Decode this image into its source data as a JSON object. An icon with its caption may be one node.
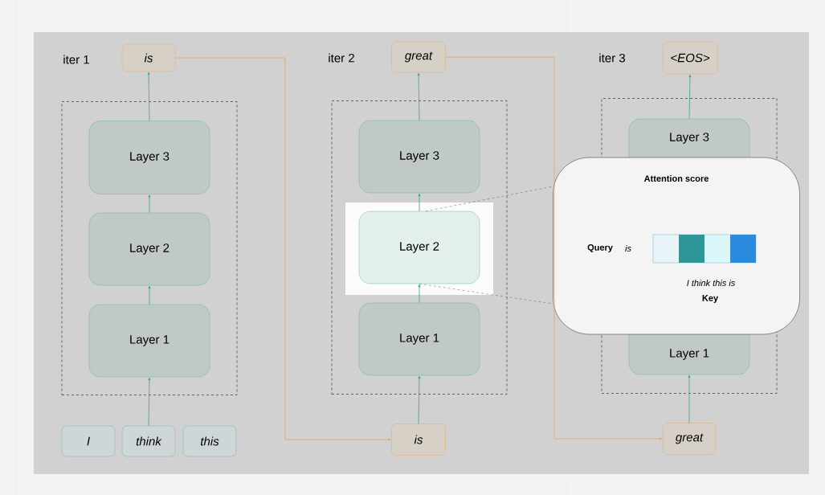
{
  "diagram": {
    "nodes": [
      {
        "text": [
          "is"
        ]
      },
      {
        "text": [],
        "shape": "box"
      },
      {
        "text": [
          "Layer 3"
        ],
        "in": 1
      },
      {
        "text": [
          "Layer 2"
        ],
        "in": 1
      },
      {
        "text": [
          "Layer 1"
        ],
        "in": 1
      },
      {
        "text": [
          "I"
        ]
      },
      {
        "text": [
          "think"
        ]
      },
      {
        "text": [
          "this"
        ]
      },
      {
        "text": [
          "great"
        ]
      },
      {
        "text": [],
        "shape": "box"
      },
      {
        "text": [
          "Layer 3"
        ],
        "in": 9
      },
      {
        "text": [
          "Layer 2"
        ],
        "in": 9
      },
      {
        "text": [
          "Layer 1"
        ],
        "in": 9
      },
      {
        "text": [
          "is"
        ]
      },
      {
        "text": [
          "<EOS>"
        ]
      },
      {
        "text": [],
        "shape": "box"
      },
      {
        "text": [
          "Layer 3"
        ],
        "in": 15
      },
      {
        "text": [
          "Layer 1"
        ],
        "in": 15
      },
      {
        "text": [
          "great"
        ]
      },
      {
        "text": [
          "Attention score",
          "Query",
          "is",
          "I think this is",
          "Key"
        ]
      }
    ],
    "edges": [
      {
        "from": 6,
        "to": 4,
        "arrow": "to"
      },
      {
        "from": 4,
        "to": 3,
        "arrow": "to"
      },
      {
        "from": 3,
        "to": 2,
        "arrow": "to"
      },
      {
        "from": 2,
        "to": 0,
        "arrow": "to"
      },
      {
        "from": 0,
        "to": 13,
        "arrow": "to",
        "color": "#e5a45a"
      },
      {
        "from": 13,
        "to": 12,
        "arrow": "to"
      },
      {
        "from": 12,
        "to": 11,
        "arrow": "to"
      },
      {
        "from": 11,
        "to": 10,
        "arrow": "to"
      },
      {
        "from": 10,
        "to": 8,
        "arrow": "to"
      },
      {
        "from": 8,
        "to": 18,
        "arrow": "to",
        "color": "#e5a45a"
      },
      {
        "from": 18,
        "to": 17,
        "arrow": "to"
      },
      {
        "from": 16,
        "to": 14,
        "arrow": "to"
      },
      {
        "from": 11,
        "to": 19,
        "arrow": "none",
        "style": "dashed",
        "color": "#444444"
      },
      {
        "from": 11,
        "to": 19,
        "arrow": "none",
        "style": "dashed",
        "color": "#444444"
      }
    ],
    "labels": [
      "iter 1",
      "iter 2",
      "iter 3"
    ]
  }
}
